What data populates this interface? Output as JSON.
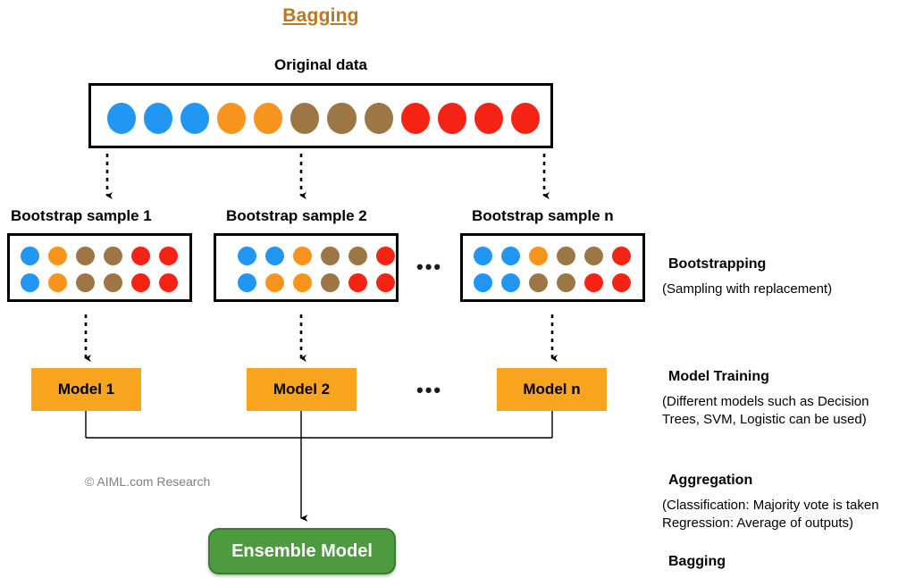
{
  "title": "Bagging",
  "colors": {
    "title": "#C0761B",
    "blue": "#2196F3",
    "orange": "#F7941E",
    "brown": "#9C7644",
    "red": "#F52314",
    "model_box": "#F8A41F",
    "ensemble_box": "#4E9A3E",
    "ensemble_border": "#3C7A30",
    "box_border": "#000000",
    "credit_text": "#808080"
  },
  "original_data": {
    "label": "Original data",
    "dots": [
      "blue",
      "blue",
      "blue",
      "orange",
      "orange",
      "brown",
      "brown",
      "brown",
      "red",
      "red",
      "red",
      "red"
    ]
  },
  "bootstrap": {
    "samples": [
      {
        "label": "Bootstrap sample 1",
        "rows": [
          [
            "blue",
            "orange",
            "brown",
            "brown",
            "red",
            "red"
          ],
          [
            "blue",
            "orange",
            "brown",
            "brown",
            "red",
            "red"
          ]
        ]
      },
      {
        "label": "Bootstrap sample 2",
        "rows": [
          [
            "blue",
            "blue",
            "orange",
            "brown",
            "brown",
            "red"
          ],
          [
            "blue",
            "orange",
            "orange",
            "brown",
            "red",
            "red"
          ]
        ]
      },
      {
        "label": "Bootstrap sample n",
        "rows": [
          [
            "blue",
            "blue",
            "orange",
            "brown",
            "brown",
            "red"
          ],
          [
            "blue",
            "blue",
            "brown",
            "brown",
            "red",
            "red"
          ]
        ]
      }
    ],
    "ellipsis": "•••"
  },
  "models": {
    "items": [
      {
        "label": "Model 1"
      },
      {
        "label": "Model 2"
      },
      {
        "label": "Model n"
      }
    ],
    "ellipsis": "•••"
  },
  "ensemble": {
    "label": "Ensemble Model"
  },
  "annotations": [
    {
      "heading": "Bootstrapping",
      "lines": [
        "(Sampling with replacement)"
      ]
    },
    {
      "heading": "Model Training",
      "lines": [
        "(Different models such as Decision",
        " Trees, SVM, Logistic can be used)"
      ]
    },
    {
      "heading": "Aggregation",
      "lines": [
        "(Classification: Majority vote is taken",
        " Regression: Average of outputs)"
      ]
    },
    {
      "heading": "Bagging",
      "lines": []
    }
  ],
  "credit": "© AIML.com Research"
}
